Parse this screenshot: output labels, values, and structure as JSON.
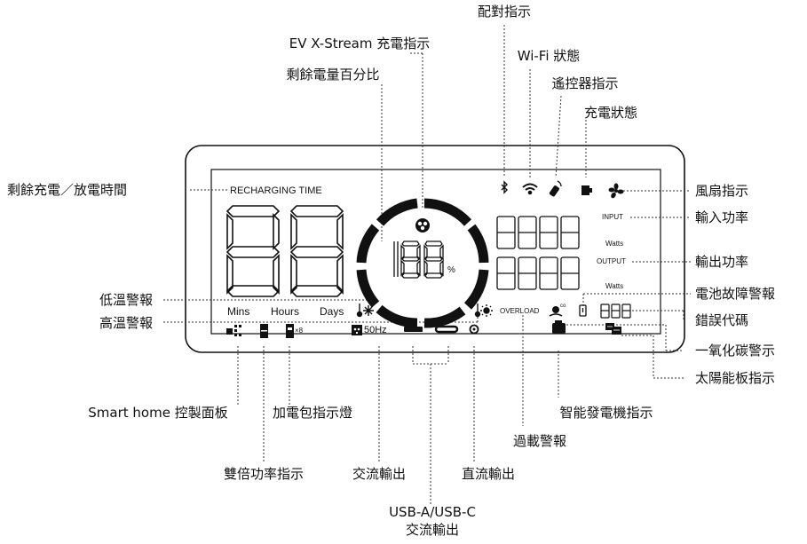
{
  "labels": {
    "pairing": "配對指示",
    "ev_xstream": "EV X-Stream 充電指示",
    "wifi": "Wi-Fi 狀態",
    "battery_percent": "剩餘電量百分比",
    "remote": "遙控器指示",
    "charge_status": "充電狀態",
    "remaining_time": "剩餘充電／放電時間",
    "fan": "風扇指示",
    "input_power": "輸入功率",
    "output_power": "輸出功率",
    "battery_fault": "電池故障警報",
    "low_temp": "低溫警報",
    "error_code": "錯誤代碼",
    "high_temp": "高溫警報",
    "co_alarm": "一氧化碳警示",
    "solar": "太陽能板指示",
    "smart_home": "Smart home 控製面板",
    "extra_battery": "加電包指示燈",
    "smart_generator": "智能發電機指示",
    "overload": "過載警報",
    "dual_power": "雙倍功率指示",
    "ac_output": "交流輸出",
    "dc_output": "直流輸出",
    "usb_line1": "USB-A/USB-C",
    "usb_line2": "交流輸出"
  },
  "lcd": {
    "recharging_time": "RECHARGING TIME",
    "mins": "Mins",
    "hours": "Hours",
    "days": "Days",
    "input": "INPUT",
    "output": "OUTPUT",
    "watts_in": "Watts",
    "watts_out": "Watts",
    "overload": "OVERLOAD",
    "percent_sign": "%",
    "hz": "50Hz",
    "x8": "×8",
    "co": "co"
  }
}
